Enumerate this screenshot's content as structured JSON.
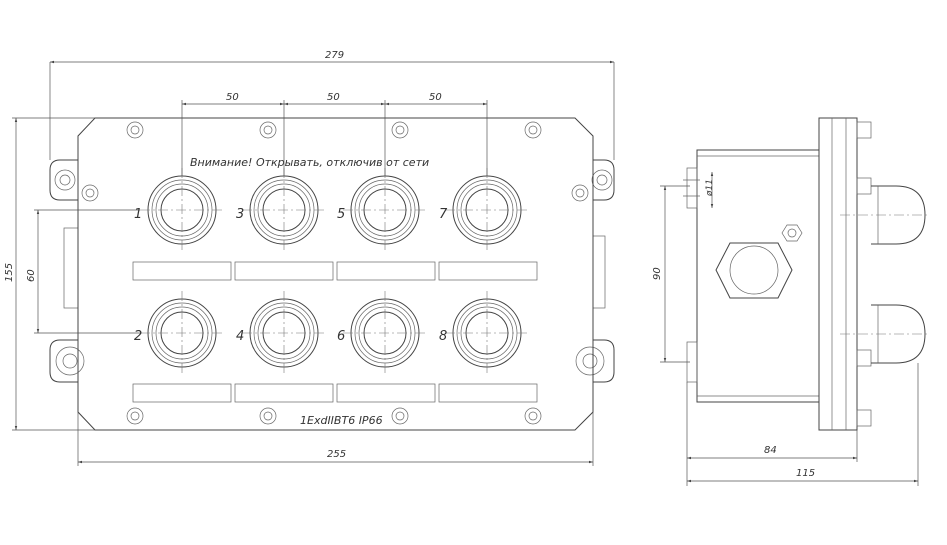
{
  "dimensions": {
    "overall_width": "279",
    "body_width": "255",
    "overall_height": "155",
    "row_spacing": "60",
    "pitch_1": "50",
    "pitch_2": "50",
    "pitch_3": "50",
    "side_height": "90",
    "side_depth": "84",
    "side_total_depth": "115",
    "hole_diameter": "ø11"
  },
  "labels": {
    "warning": "Внимание! Открывать, отключив от сети",
    "marking": "1ExdIIBT6 IP66"
  },
  "glands": [
    {
      "number": "1"
    },
    {
      "number": "3"
    },
    {
      "number": "5"
    },
    {
      "number": "7"
    },
    {
      "number": "2"
    },
    {
      "number": "4"
    },
    {
      "number": "6"
    },
    {
      "number": "8"
    }
  ],
  "colors": {
    "line": "#444444",
    "background": "#ffffff"
  }
}
